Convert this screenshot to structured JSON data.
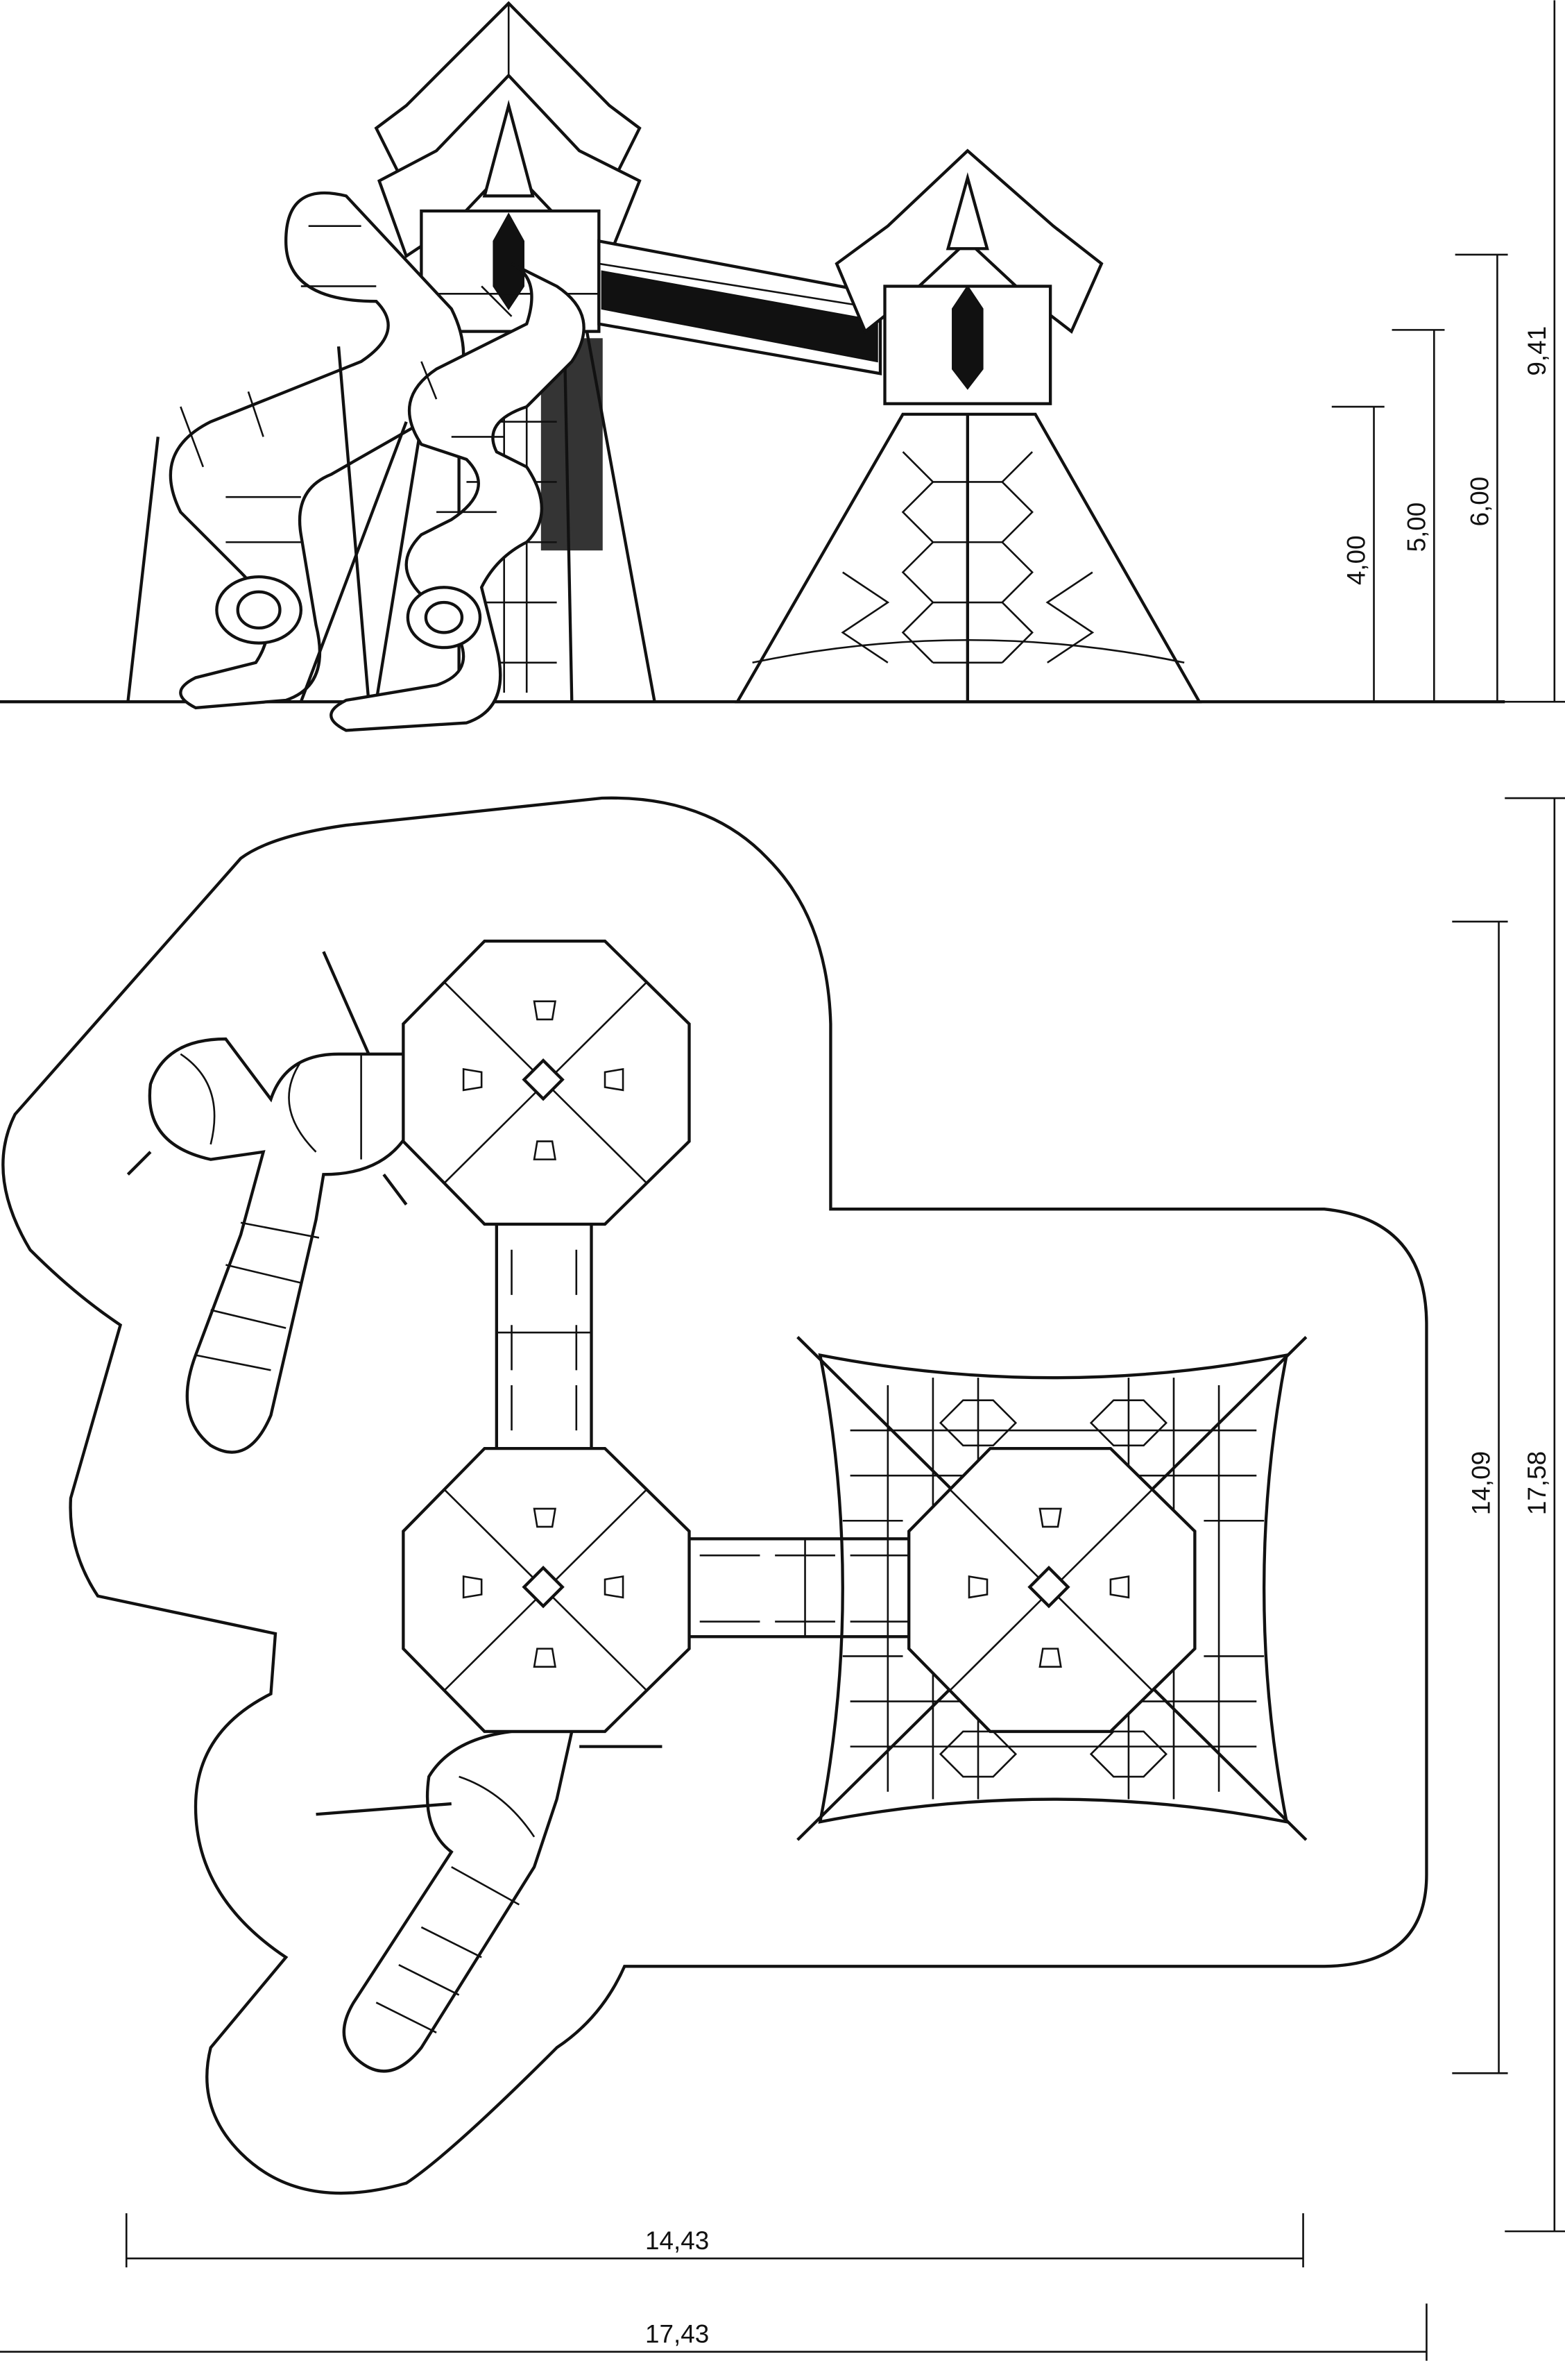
{
  "drawing": {
    "elevation": {
      "heights": {
        "h1": "4,00",
        "h2": "5,00",
        "h3": "6,00",
        "h4": "9,41"
      }
    },
    "plan": {
      "depth_inner": "14,09",
      "depth_outer": "17,58",
      "width_inner": "14,43",
      "width_outer": "17,43"
    }
  }
}
